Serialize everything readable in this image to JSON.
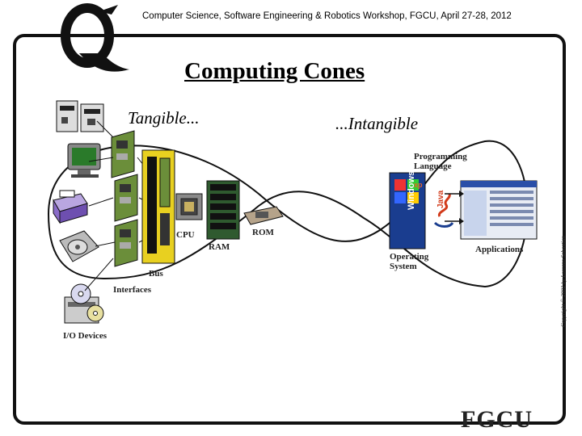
{
  "header": {
    "text": "Computer Science, Software Engineering & Robotics Workshop, FGCU, April 27-28, 2012"
  },
  "slide": {
    "title": "Computing Cones",
    "left_heading": "Tangible...",
    "right_heading": "...Intangible"
  },
  "labels": {
    "cpu": "CPU",
    "ram": "RAM",
    "rom": "ROM",
    "bus": "Bus",
    "interfaces": "Interfaces",
    "io_devices": "I/O Devices",
    "programming_language_line1": "Programming",
    "programming_language_line2": "Language",
    "operating_system_line1": "Operating",
    "operating_system_line2": "System",
    "applications": "Applications"
  },
  "logos": {
    "top_left_letter": "Q",
    "windows_line1": "Windows",
    "windows_badge": "xp",
    "java": "Java"
  },
  "copyright": "Copyright © 2002 by Lorenzo Sebastian",
  "footer": {
    "logo_text": "FGCU"
  },
  "colors": {
    "frame": "#111111",
    "board_green": "#6b8e3a",
    "bus_yellow": "#e8d020",
    "windows_blue": "#1a3d8f",
    "java_red": "#d23a1a"
  }
}
